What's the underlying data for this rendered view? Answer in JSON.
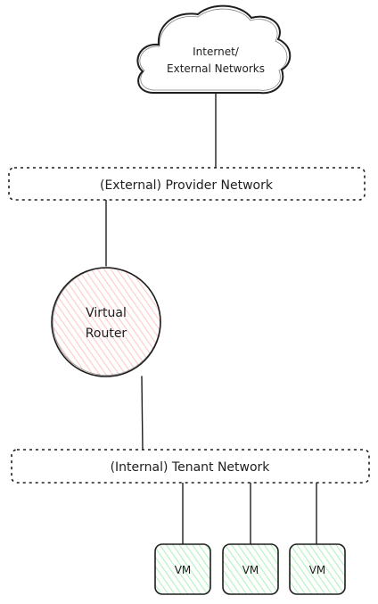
{
  "cloud": {
    "line1": "Internet/",
    "line2": "External Networks"
  },
  "provider_network": {
    "label": "(External) Provider Network"
  },
  "router": {
    "line1": "Virtual",
    "line2": "Router",
    "fill_color": "#ffc9c9"
  },
  "tenant_network": {
    "label": "(Internal) Tenant Network"
  },
  "vms": [
    {
      "label": "VM"
    },
    {
      "label": "VM"
    },
    {
      "label": "VM"
    }
  ],
  "vm_fill_color": "#b2f2bb"
}
